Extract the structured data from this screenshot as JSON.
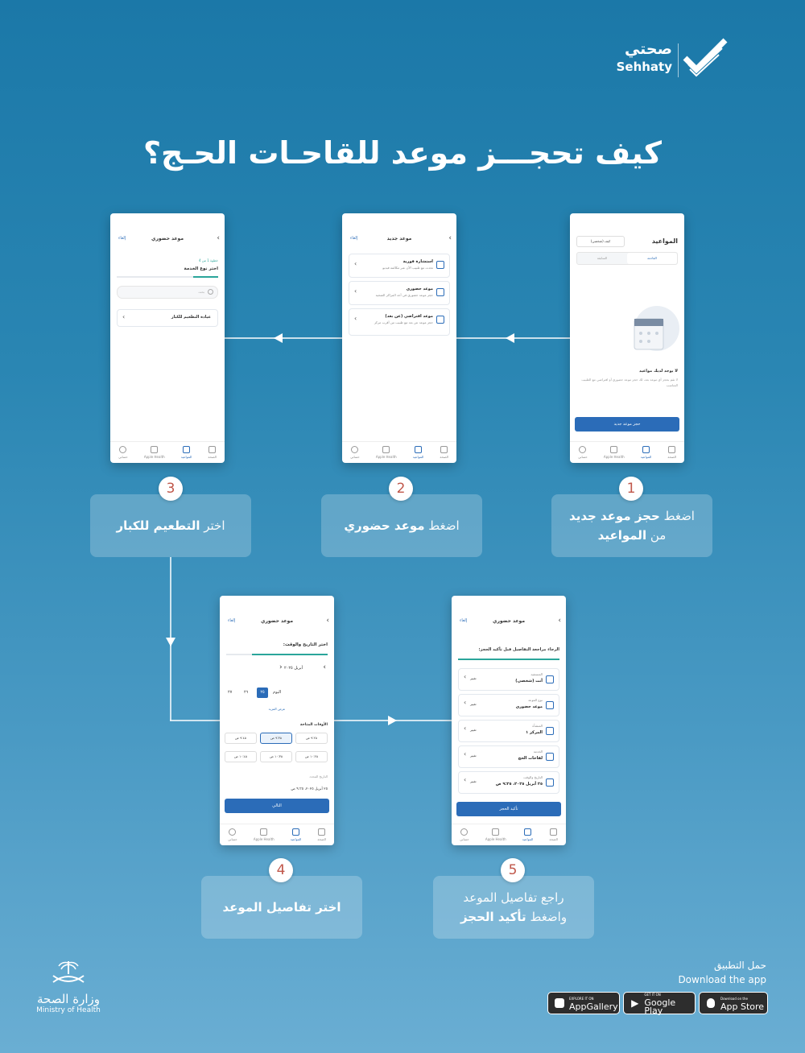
{
  "brand": {
    "name_ar": "صحتي",
    "name_en": "Sehhaty"
  },
  "title": "كيف تحجـــز موعد للقاحـات الحـج؟",
  "screens": {
    "s1": {
      "title": "المواعيد",
      "filter": "كيف (شخصي)",
      "tab_active": "القادمة",
      "tab_other": "السابقة",
      "empty_title": "لا يوجد لديك مواعيد",
      "empty_desc": "لا تقم بحجز أي موعد بعد، لك حجز موعد حضوري أو افتراضي مع الطبيب المناسب",
      "button": "حجز موعد جديد"
    },
    "s2": {
      "title": "موعد جديد",
      "cancel": "إلغاء",
      "options": [
        {
          "title": "استشارة فورية",
          "desc": "تحدث مع طبيب الآن عبر مكالمة فيديو"
        },
        {
          "title": "موعد حضوري",
          "desc": "حجز موعد حضوري في أحد المراكز الصحية"
        },
        {
          "title": "موعد افتراضي (عن بعد)",
          "desc": "حجز موعد عن بعد مع طبيب من أقرب مركز"
        }
      ]
    },
    "s3": {
      "title": "موعد حضوري",
      "cancel": "إلغاء",
      "step": "خطوة 1 من 4",
      "heading": "اختر نوع الخدمة",
      "search": "بحث",
      "item": "عيادة التطعيم للكبار"
    },
    "s4": {
      "title": "موعد حضوري",
      "cancel": "إلغاء",
      "heading": "اختر التاريخ والوقت:",
      "month": "أبريل ٢٠٢٥",
      "days": [
        "٢٧",
        "٢٦",
        "٢٥",
        "اليوم"
      ],
      "link": "عرض المزيد",
      "times_label": "الأوقات المتاحة",
      "times": [
        "٩:٢٥ ص",
        "٩:٣٥ ص",
        "٩:٤٥ ص",
        "١٠:٢٥ ص",
        "١٠:٣٥ ص",
        "١٠:٤٥ ص"
      ],
      "selected_label": "التاريخ المحدد",
      "selected_value": "٢٥ أبريل ٢٠٢٥، ٩:٣٥ ص",
      "button": "التالي"
    },
    "s5": {
      "title": "موعد حضوري",
      "cancel": "إلغاء",
      "heading": "الرجاء مراجعة التفاصيل قبل تأكيد الحجز:",
      "rows": [
        {
          "label": "المستفيد",
          "value": "أنت (شخصي)",
          "action": "تغيير"
        },
        {
          "label": "نوع الموعد",
          "value": "موعد حضوري",
          "action": "تغيير"
        },
        {
          "label": "المنشأة",
          "value": "المركز ١",
          "action": "تغيير"
        },
        {
          "label": "الخدمة",
          "value": "لقاحات الحج",
          "action": "تغيير"
        },
        {
          "label": "التاريخ والوقت",
          "value": "٢٥ أبريل ٢٠٢٥، ٩:٣٥ ص",
          "action": "تغيير"
        }
      ],
      "button": "تأكيد الحجز"
    },
    "nav": [
      "الصحة",
      "المواعيد",
      "Apple Health",
      "حسابي"
    ]
  },
  "steps": [
    {
      "num": "1",
      "pre": "اضغط",
      "bold": "حجز موعد جديد",
      "line2_pre": "من",
      "line2_bold": "المواعيد"
    },
    {
      "num": "2",
      "pre": "اضغط",
      "bold": "موعد حضوري"
    },
    {
      "num": "3",
      "pre": "اختر",
      "bold": "التطعيم للكبار"
    },
    {
      "num": "4",
      "bold": "اختر تفاصيل الموعد"
    },
    {
      "num": "5",
      "pre": "راجع تفاصيل الموعد",
      "line2_pre": "واضغط",
      "line2_bold": "تأكيد الحجز"
    }
  ],
  "footer": {
    "ministry_ar": "وزارة الصحة",
    "ministry_en": "Ministry of Health",
    "download_ar": "حمل التطبيق",
    "download_en": "Download the app",
    "stores": [
      {
        "small": "EXPLORE IT ON",
        "big": "AppGallery",
        "icon": "huawei-icon"
      },
      {
        "small": "GET IT ON",
        "big": "Google Play",
        "icon": "google-play-icon"
      },
      {
        "small": "Download on the",
        "big": "App Store",
        "icon": "apple-icon"
      }
    ]
  }
}
